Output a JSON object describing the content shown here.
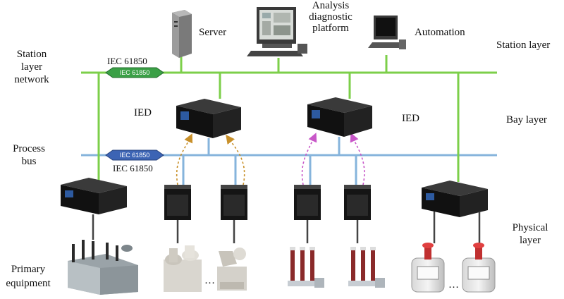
{
  "layers": {
    "station": "Station layer",
    "bay": "Bay layer",
    "physical": "Physical layer"
  },
  "left_labels": {
    "station_network": "Station layer network",
    "process_bus": "Process bus",
    "primary_equipment": "Primary equipment"
  },
  "protocol": {
    "station_text": "IEC 61850",
    "station_badge": "IEC 61850",
    "process_badge": "IEC 61850",
    "process_text": "IEC 61850"
  },
  "devices": {
    "server": "Server",
    "analysis": "Analysis diagnostic platform",
    "automation": "Automation",
    "ied_left": "IED",
    "ied_right": "IED"
  },
  "ellipsis": [
    "…",
    "…"
  ],
  "colors": {
    "station_bus": "#7ccf4a",
    "process_bus": "#86b4dc",
    "arrow_orange": "#c8902a",
    "arrow_magenta": "#c857c8",
    "badge_green": "#3aa046",
    "badge_blue": "#3c64b4"
  }
}
